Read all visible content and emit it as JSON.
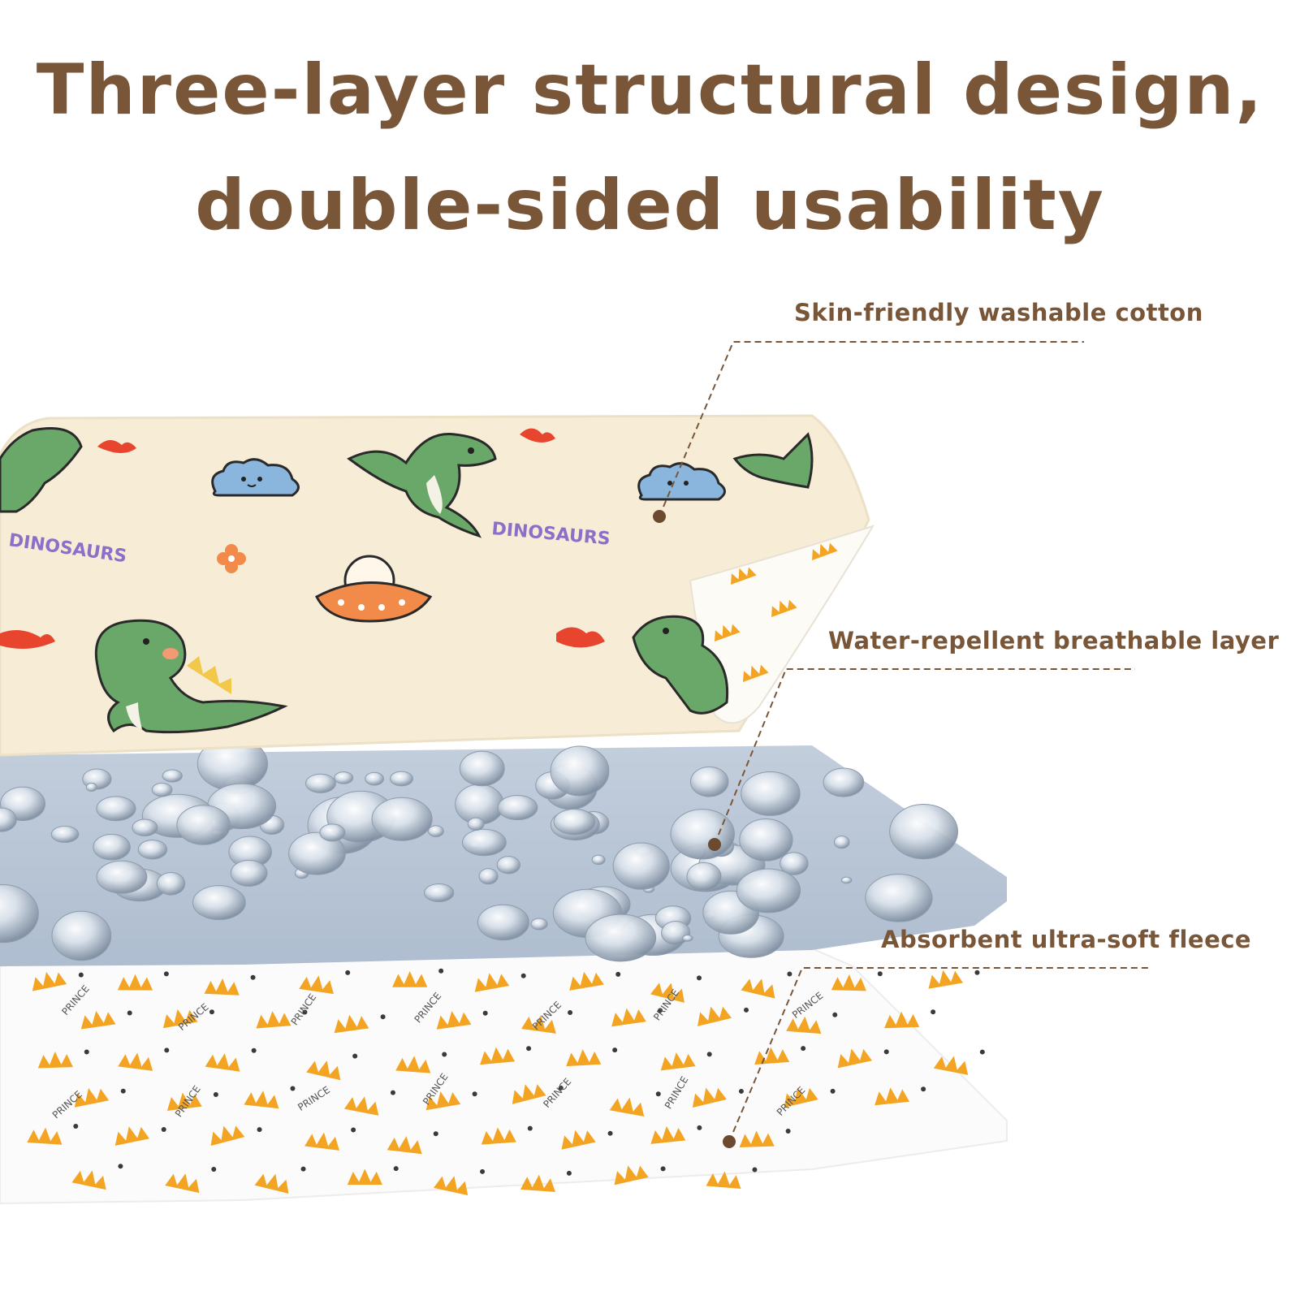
{
  "headline": {
    "line1": "Three-layer structural design,",
    "line2": "double-sided usability"
  },
  "layers": [
    {
      "label": "Skin-friendly washable cotton"
    },
    {
      "label": "Water-repellent breathable layer"
    },
    {
      "label": "Absorbent ultra-soft fleece"
    }
  ],
  "prints": {
    "top_text": "DINOSAURS",
    "fleece_text": "PRINCE"
  },
  "colors": {
    "text": "#7a5638",
    "cotton": "#f7ecd6",
    "waterproof": "#b9c6d6",
    "fleece": "#fbfbfb",
    "dino": "#6aa86a",
    "crown": "#f3a423",
    "cloud": "#8ab6dd"
  }
}
